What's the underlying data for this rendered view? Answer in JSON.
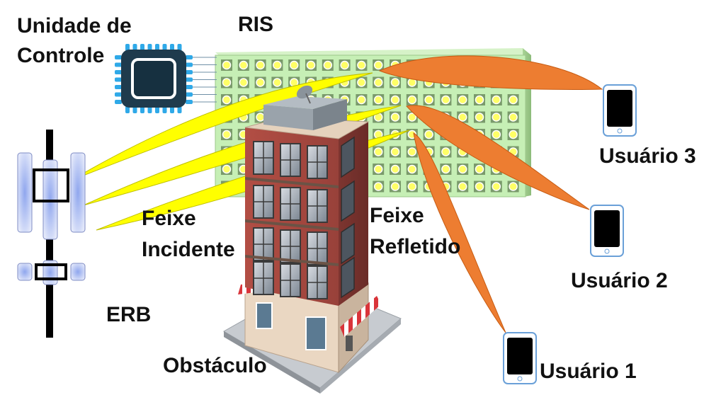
{
  "labels": {
    "control_unit_line1": "Unidade de",
    "control_unit_line2": "Controle",
    "ris": "RIS",
    "incident_line1": "Feixe",
    "incident_line2": "Incidente",
    "reflected_line1": "Feixe",
    "reflected_line2": "Refletido",
    "base_station": "ERB",
    "obstacle": "Obstáculo",
    "user1": "Usuário 1",
    "user2": "Usuário 2",
    "user3": "Usuário 3"
  },
  "colors": {
    "incident_beam": "#ffff00",
    "reflected_beam": "#ed7d31",
    "ris_panel": "#c6efb5",
    "ris_element": "#ffff66",
    "chip": "#1f3b4d",
    "chip_pins": "#2fa9e8",
    "brick": "#a8453d",
    "phone": "#000000",
    "antenna": "#c9d3f2"
  },
  "icons": {
    "control_unit": "microchip-icon",
    "base_station": "antenna-tower-icon",
    "obstacle": "building-icon",
    "users": "smartphone-icon"
  }
}
